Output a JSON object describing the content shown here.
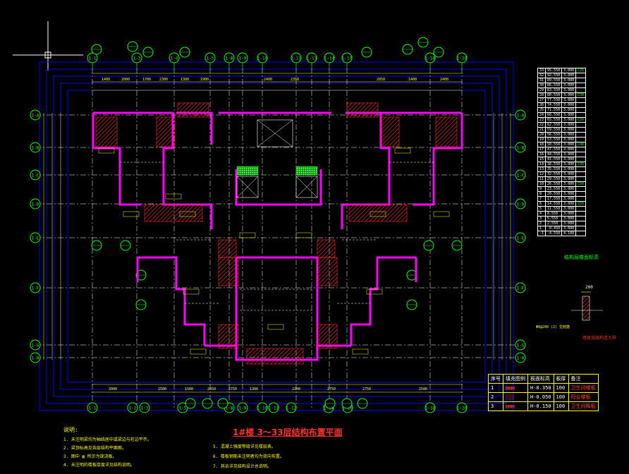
{
  "drawing": {
    "title": "1#楼 3～33层结构布置平面",
    "notes_header": "说明:",
    "notes_left": [
      "1. 未注明梁均为轴线居中或梁边与柱边平齐。",
      "2. 梁顶标高见各层结构平面图。",
      "3. 图中 ▨ 所示为现浇板。",
      "4. 未注明的楼板厚度详见结构说明。"
    ],
    "notes_right": [
      "5. 混凝土强度等级详见楼层表。",
      "6. 楼板钢筋未注明者均为双向布置。",
      "7. 其余详见结构设计总说明。"
    ],
    "legend_title": "结构层楼面标高",
    "detail_caption": "墙体加强构造大样",
    "detail_note": "Φ8@200 (2) 拉结筋",
    "detail_dim": "200"
  },
  "top_axes": [
    "1-1",
    "1-3",
    "1-4",
    "1-5",
    "1-8",
    "1-9",
    "1-10",
    "1-11",
    "1-13",
    "1-14",
    "1-17",
    "1-18",
    "1-20"
  ],
  "bottom_axes": [
    "1-1",
    "1-2",
    "1-3",
    "1-5",
    "1-8",
    "1-9",
    "1-10",
    "1-11",
    "1-12",
    "1-14",
    "1-16",
    "1-18",
    "1-20"
  ],
  "left_axes": [
    "1-A",
    "1-B",
    "1-C",
    "1-D",
    "1-E",
    "1-F",
    "1-G",
    "1-H"
  ],
  "right_axes": [
    "1-A",
    "1-B",
    "1-C",
    "1-D",
    "1-E",
    "1-F",
    "1-G",
    "1-H"
  ],
  "top_dims": [
    "1400",
    "2000",
    "1700",
    "2300",
    "1300",
    "1900",
    "2400",
    "2350",
    "2050",
    "1400",
    "2400"
  ],
  "bottom_dims": [
    "3900",
    "2500",
    "1500",
    "2650",
    "2750",
    "1300",
    "2200",
    "2750",
    "2750",
    "2500"
  ],
  "levels": [
    [
      "33",
      "95.550",
      "3.000",
      "C25"
    ],
    [
      "32",
      "92.550",
      "3.000",
      ""
    ],
    [
      "31",
      "89.550",
      "3.000",
      ""
    ],
    [
      "30",
      "86.550",
      "3.000",
      ""
    ],
    [
      "29",
      "83.550",
      "3.000",
      ""
    ],
    [
      "28",
      "80.550",
      "3.000",
      "C30"
    ],
    [
      "27",
      "77.550",
      "3.000",
      ""
    ],
    [
      "26",
      "74.550",
      "3.000",
      ""
    ],
    [
      "25",
      "71.550",
      "3.000",
      ""
    ],
    [
      "24",
      "68.550",
      "3.000",
      ""
    ],
    [
      "23",
      "65.550",
      "3.000",
      "C35"
    ],
    [
      "22",
      "62.550",
      "3.000",
      ""
    ],
    [
      "21",
      "59.550",
      "3.000",
      ""
    ],
    [
      "20",
      "56.550",
      "3.000",
      ""
    ],
    [
      "19",
      "53.550",
      "3.000",
      ""
    ],
    [
      "18",
      "50.550",
      "3.000",
      "C40"
    ],
    [
      "17",
      "47.550",
      "3.000",
      ""
    ],
    [
      "16",
      "44.550",
      "3.000",
      ""
    ],
    [
      "15",
      "41.550",
      "3.000",
      ""
    ],
    [
      "14",
      "38.550",
      "3.000",
      "C45"
    ],
    [
      "13",
      "35.550",
      "3.000",
      ""
    ],
    [
      "12",
      "32.550",
      "3.000",
      ""
    ],
    [
      "11",
      "29.550",
      "3.000",
      ""
    ],
    [
      "10",
      "26.550",
      "3.000",
      "C50"
    ],
    [
      "9",
      "23.550",
      "3.000",
      ""
    ],
    [
      "8",
      "20.550",
      "3.000",
      ""
    ],
    [
      "7",
      "17.550",
      "3.000",
      ""
    ],
    [
      "6",
      "14.550",
      "3.000",
      "C55"
    ],
    [
      "5",
      "11.550",
      "3.000",
      ""
    ],
    [
      "4",
      "8.550",
      "3.000",
      ""
    ],
    [
      "3",
      "5.550",
      "3.000",
      ""
    ],
    [
      "2",
      "2.550",
      "3.000",
      ""
    ],
    [
      "1",
      "-0.450",
      "3.000",
      ""
    ],
    [
      "-1",
      "-4.550",
      "4.100",
      ""
    ]
  ],
  "slab_table": {
    "header": [
      "序号",
      "填充图例",
      "板面标高",
      "板厚",
      "备注"
    ],
    "rows": [
      [
        "1",
        "",
        "H-0.350",
        "100",
        "卫生间楼板"
      ],
      [
        "2",
        "",
        "H-0.050",
        "100",
        "阳台楼板"
      ],
      [
        "3",
        "",
        "H-0.150",
        "100",
        "卫生间降板"
      ]
    ]
  },
  "colors": {
    "background": "#000000",
    "axis": "#00ff00",
    "wall": "#ff00ff",
    "grid": "#ffffff",
    "dim": "#ffff00",
    "hatch": "#ff3030",
    "outline": "#0000ff"
  }
}
